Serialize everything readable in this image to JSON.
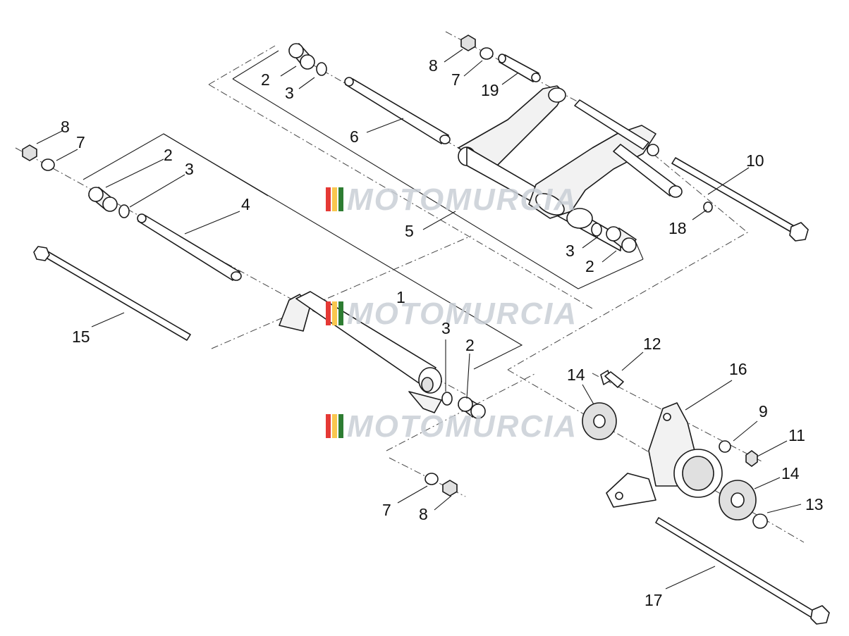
{
  "callouts": [
    {
      "id": "c2a",
      "label": "2"
    },
    {
      "id": "c3a",
      "label": "3"
    },
    {
      "id": "c8a",
      "label": "8"
    },
    {
      "id": "c7a",
      "label": "7"
    },
    {
      "id": "c19",
      "label": "19"
    },
    {
      "id": "c6",
      "label": "6"
    },
    {
      "id": "c8b",
      "label": "8"
    },
    {
      "id": "c7b",
      "label": "7"
    },
    {
      "id": "c2b",
      "label": "2"
    },
    {
      "id": "c3b",
      "label": "3"
    },
    {
      "id": "c4",
      "label": "4"
    },
    {
      "id": "c10",
      "label": "10"
    },
    {
      "id": "c5",
      "label": "5"
    },
    {
      "id": "c18",
      "label": "18"
    },
    {
      "id": "c3c",
      "label": "3"
    },
    {
      "id": "c2c",
      "label": "2"
    },
    {
      "id": "c15",
      "label": "15"
    },
    {
      "id": "c1",
      "label": "1"
    },
    {
      "id": "c3d",
      "label": "3"
    },
    {
      "id": "c2d",
      "label": "2"
    },
    {
      "id": "c12",
      "label": "12"
    },
    {
      "id": "c14a",
      "label": "14"
    },
    {
      "id": "c16",
      "label": "16"
    },
    {
      "id": "c9",
      "label": "9"
    },
    {
      "id": "c11",
      "label": "11"
    },
    {
      "id": "c14b",
      "label": "14"
    },
    {
      "id": "c13",
      "label": "13"
    },
    {
      "id": "c7c",
      "label": "7"
    },
    {
      "id": "c8c",
      "label": "8"
    },
    {
      "id": "c17",
      "label": "17"
    }
  ],
  "watermark": {
    "text": "MOTOMURCIA",
    "stripe_colors": [
      "#e53935",
      "#f9c74f",
      "#2e7d32"
    ]
  }
}
